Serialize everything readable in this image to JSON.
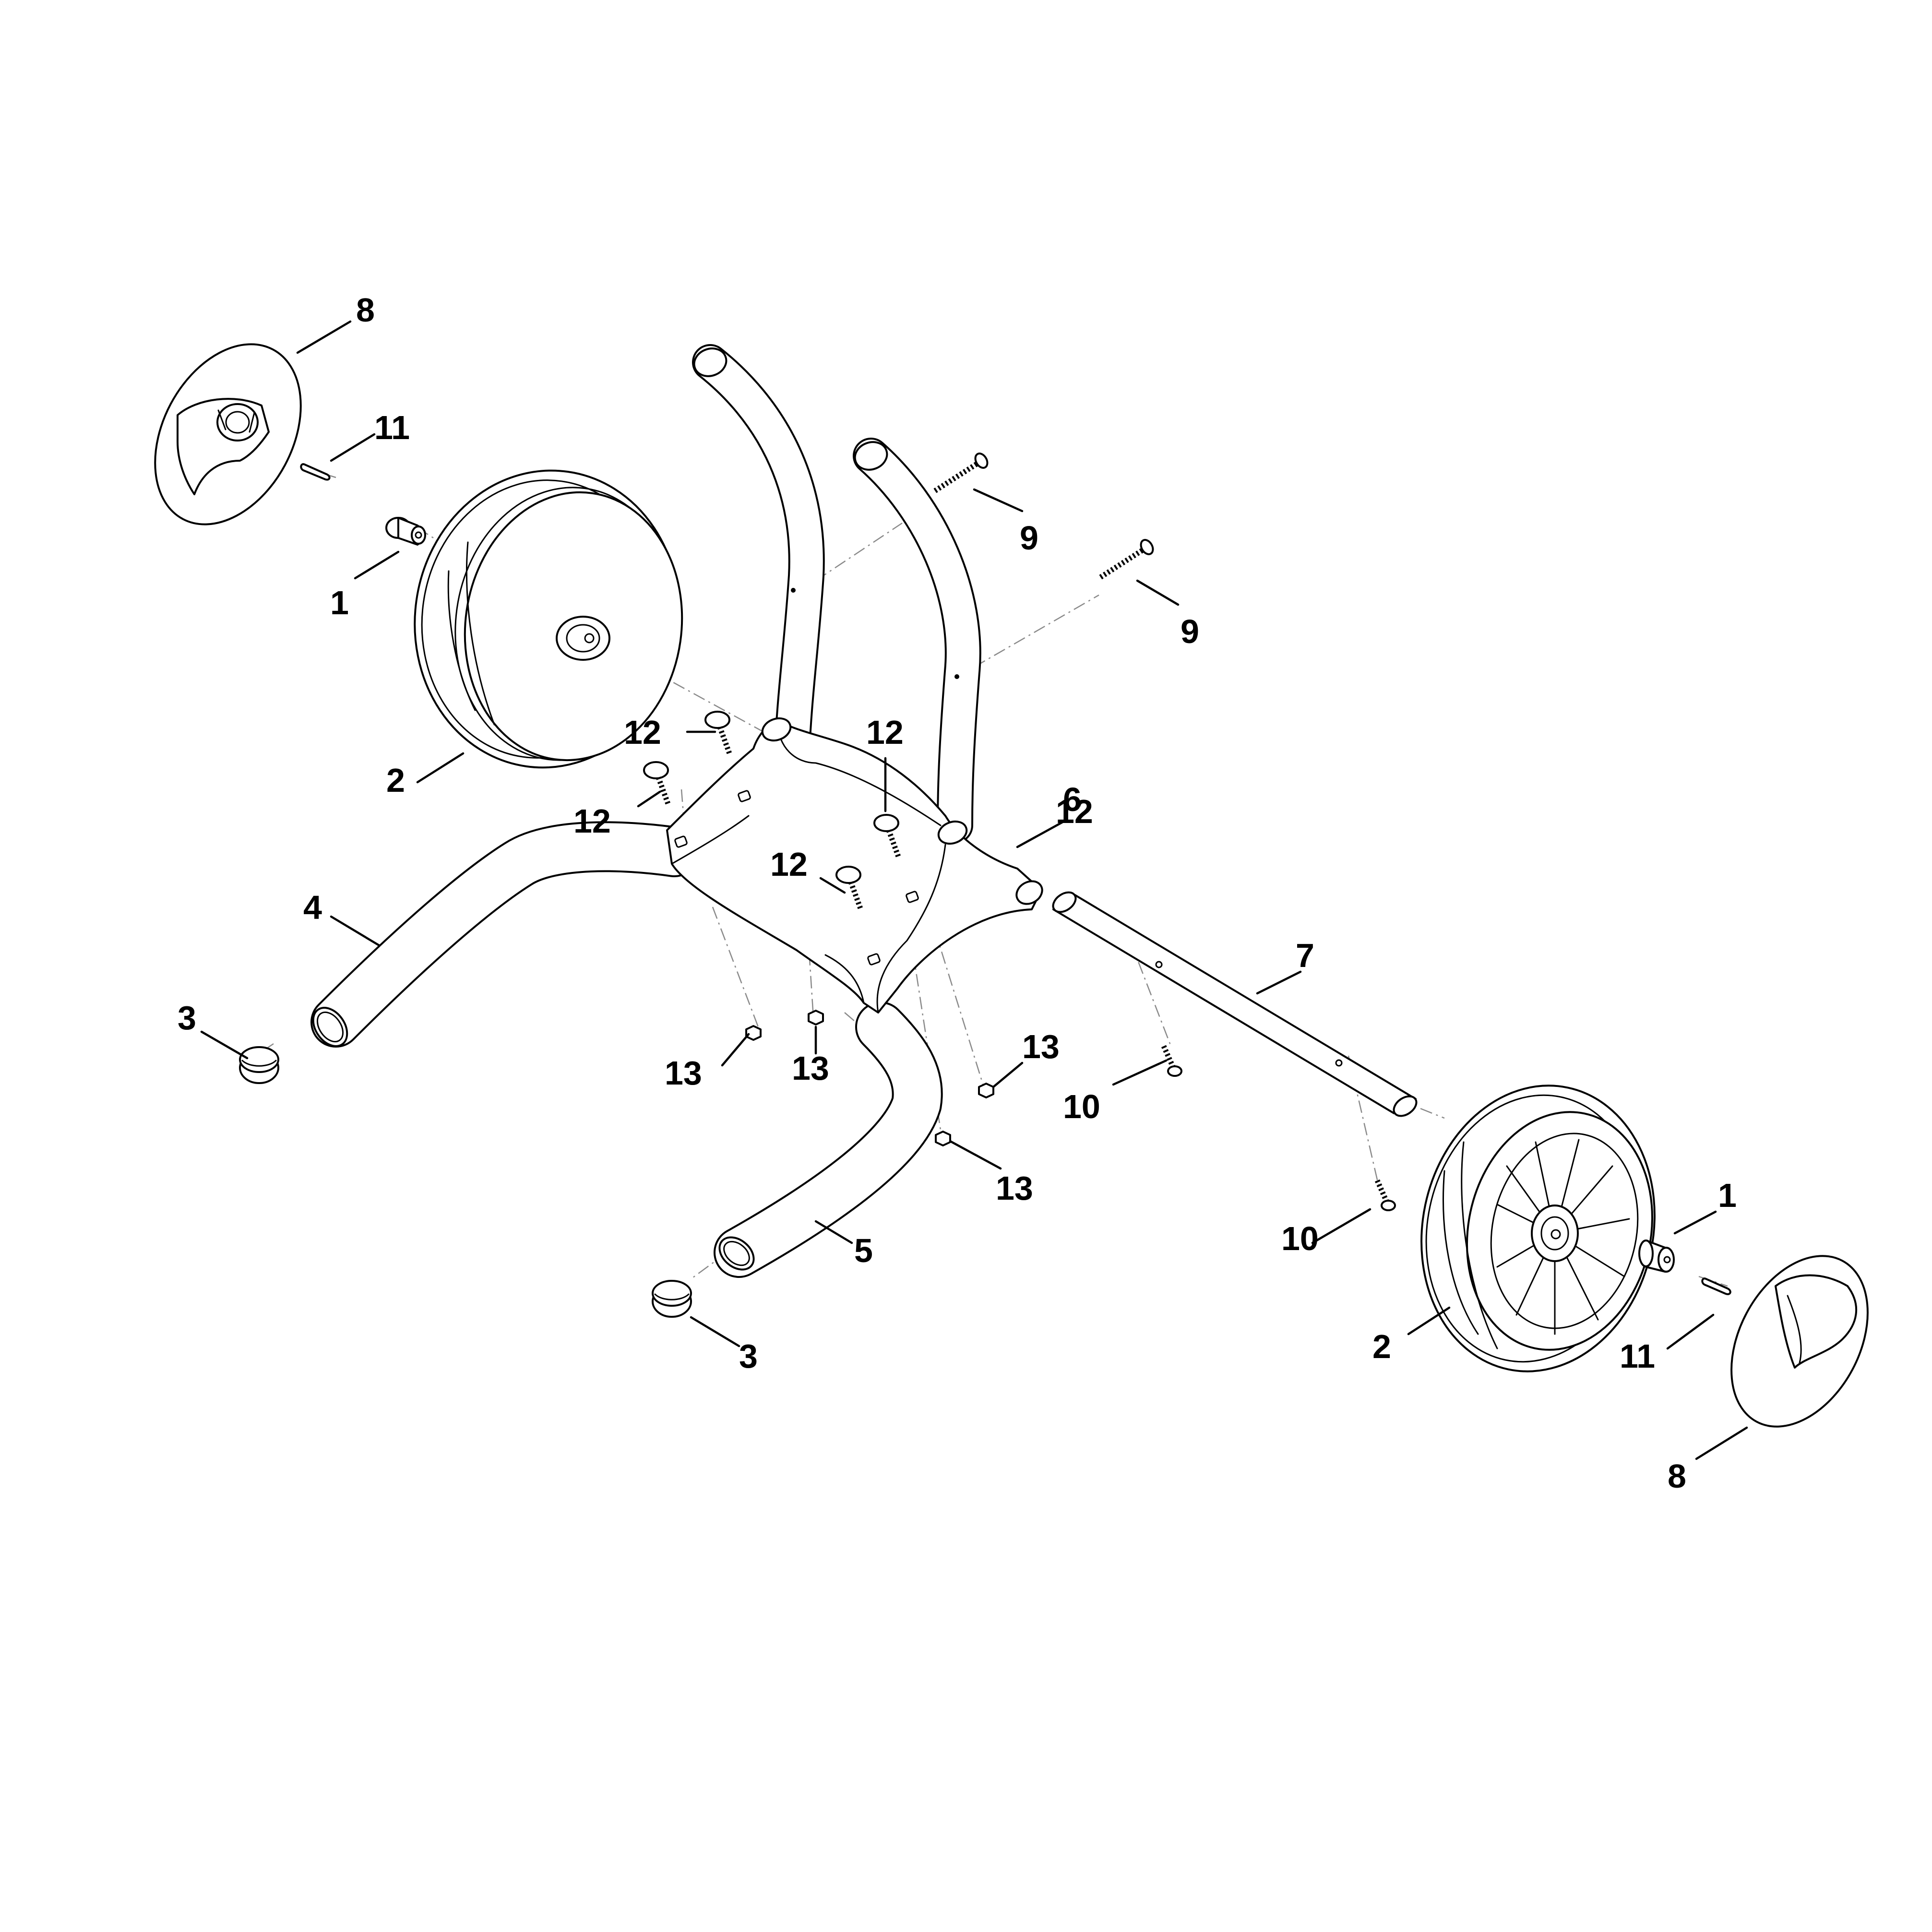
{
  "callouts": {
    "c1": "8",
    "c2": "11",
    "c3": "1",
    "c4": "2",
    "c5": "9",
    "c6": "9",
    "c7": "12",
    "c8": "12",
    "c9": "12",
    "c10": "12",
    "c11": "12",
    "c12": "6",
    "c13": "4",
    "c14": "3",
    "c15": "13",
    "c16": "13",
    "c17": "13",
    "c18": "13",
    "c19": "7",
    "c20": "10",
    "c21": "10",
    "c22": "5",
    "c23": "3",
    "c24": "1",
    "c25": "2",
    "c26": "11",
    "c27": "8"
  },
  "colors": {
    "line": "#000000",
    "background": "#ffffff",
    "centerline": "#8a8a8a"
  }
}
